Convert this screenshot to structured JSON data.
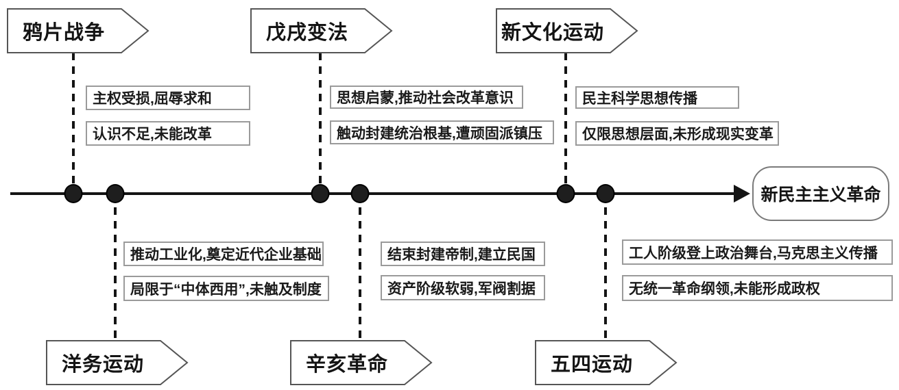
{
  "diagram_type": "timeline",
  "end_node": {
    "label": "新民主主义革命"
  },
  "events": [
    {
      "name": "opium-war",
      "label": "鸦片战争",
      "side": "top",
      "notes": [
        "主权受损,屈辱求和",
        "认识不足,未能改革"
      ]
    },
    {
      "name": "hundred-days-reform",
      "label": "戊戌变法",
      "side": "top",
      "notes": [
        "思想启蒙,推动社会改革意识",
        "触动封建统治根基,遭顽固派镇压"
      ]
    },
    {
      "name": "new-culture-movement",
      "label": "新文化运动",
      "side": "top",
      "notes": [
        "民主科学思想传播",
        "仅限思想层面,未形成现实变革"
      ]
    },
    {
      "name": "self-strengthening-movement",
      "label": "洋务运动",
      "side": "bottom",
      "notes": [
        "推动工业化,奠定近代企业基础",
        "局限于“中体西用”,未触及制度"
      ]
    },
    {
      "name": "xinhai-revolution",
      "label": "辛亥革命",
      "side": "bottom",
      "notes": [
        "结束封建帝制,建立民国",
        "资产阶级软弱,军阀割据"
      ]
    },
    {
      "name": "may-fourth-movement",
      "label": "五四运动",
      "side": "bottom",
      "notes": [
        "工人阶级登上政治舞台,马克思主义传播",
        "无统一革命纲领,未能形成政权"
      ]
    }
  ],
  "colors": {
    "background": "#ffffff",
    "ink": "#141414",
    "dot_fill": "#1e1e1e",
    "pentagon_border": "#555555",
    "note_border": "#9a9a9a",
    "end_node_border": "#7a7a7a"
  }
}
